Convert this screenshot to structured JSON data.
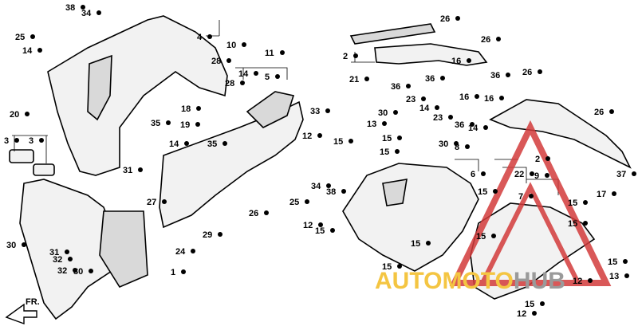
{
  "diagram": {
    "callouts": [
      "38",
      "34",
      "25",
      "14",
      "4",
      "10",
      "28",
      "11",
      "5",
      "14",
      "18",
      "35",
      "19",
      "28",
      "33",
      "14",
      "35",
      "20",
      "3",
      "3",
      "31",
      "27",
      "29",
      "24",
      "26",
      "25",
      "34",
      "38",
      "12",
      "15",
      "12",
      "15",
      "13",
      "15",
      "15",
      "26",
      "26",
      "2",
      "21",
      "16",
      "36",
      "36",
      "36",
      "23",
      "14",
      "30",
      "26",
      "36",
      "16",
      "23",
      "16",
      "14",
      "26",
      "30",
      "8",
      "6",
      "2",
      "22",
      "7",
      "9",
      "17",
      "37",
      "15",
      "15",
      "15",
      "15",
      "15",
      "15",
      "15",
      "13",
      "12",
      "12",
      "15",
      "30",
      "32",
      "32",
      "30",
      "31",
      "1"
    ],
    "direction_label": "FR.",
    "watermark": {
      "text": "AUTOMOTOHUB",
      "part1": "AUTOMOTO",
      "part2": "HUB",
      "color_primary": "#f4c542",
      "color_secondary": "#d33b3b"
    },
    "icons": [
      "bolt-icon",
      "direction-arrow-icon",
      "watermark-logo"
    ]
  }
}
